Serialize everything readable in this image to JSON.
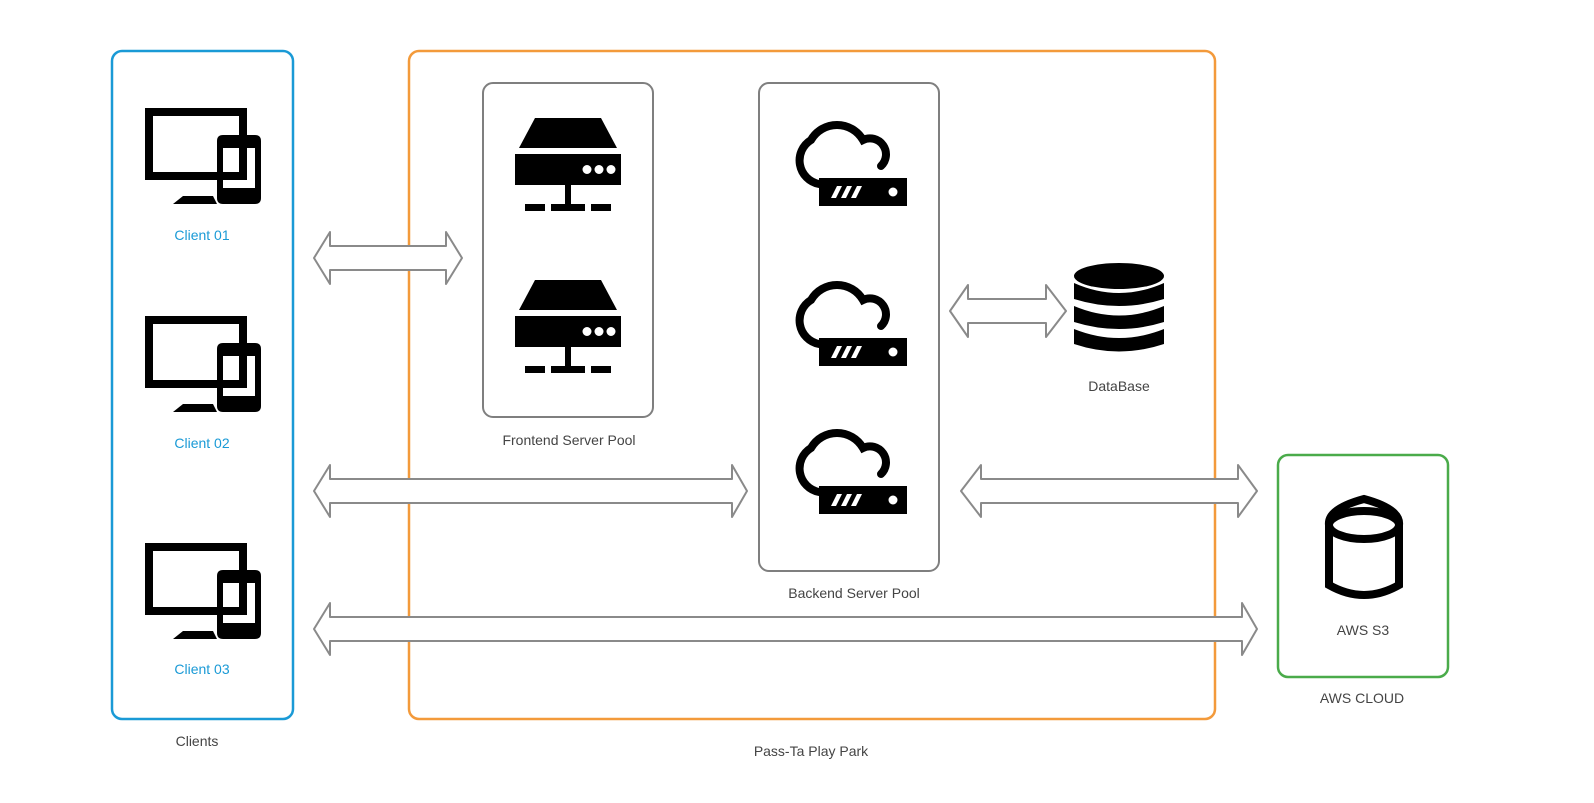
{
  "diagram": {
    "groups": {
      "clients": "Clients",
      "park": "Pass-Ta Play Park",
      "frontend_pool": "Frontend Server Pool",
      "backend_pool": "Backend Server Pool",
      "aws_cloud": "AWS CLOUD"
    },
    "nodes": {
      "client_01": "Client 01",
      "client_02": "Client 02",
      "client_03": "Client 03",
      "database": "DataBase",
      "aws_s3": "AWS S3"
    },
    "icons": {
      "client": "desktop-and-phone-icon",
      "frontend_server": "server-network-icon",
      "backend_server": "cloud-router-icon",
      "database": "database-icon",
      "storage": "storage-bucket-icon"
    },
    "colors": {
      "clients_border": "#1a9ad6",
      "clients_text": "#1a9ad6",
      "park_border": "#f39a3b",
      "pool_border": "#7f7f7f",
      "aws_border": "#4aab4a",
      "icon": "#000000",
      "arrow": "#8a8a8a",
      "label": "#444444"
    }
  }
}
